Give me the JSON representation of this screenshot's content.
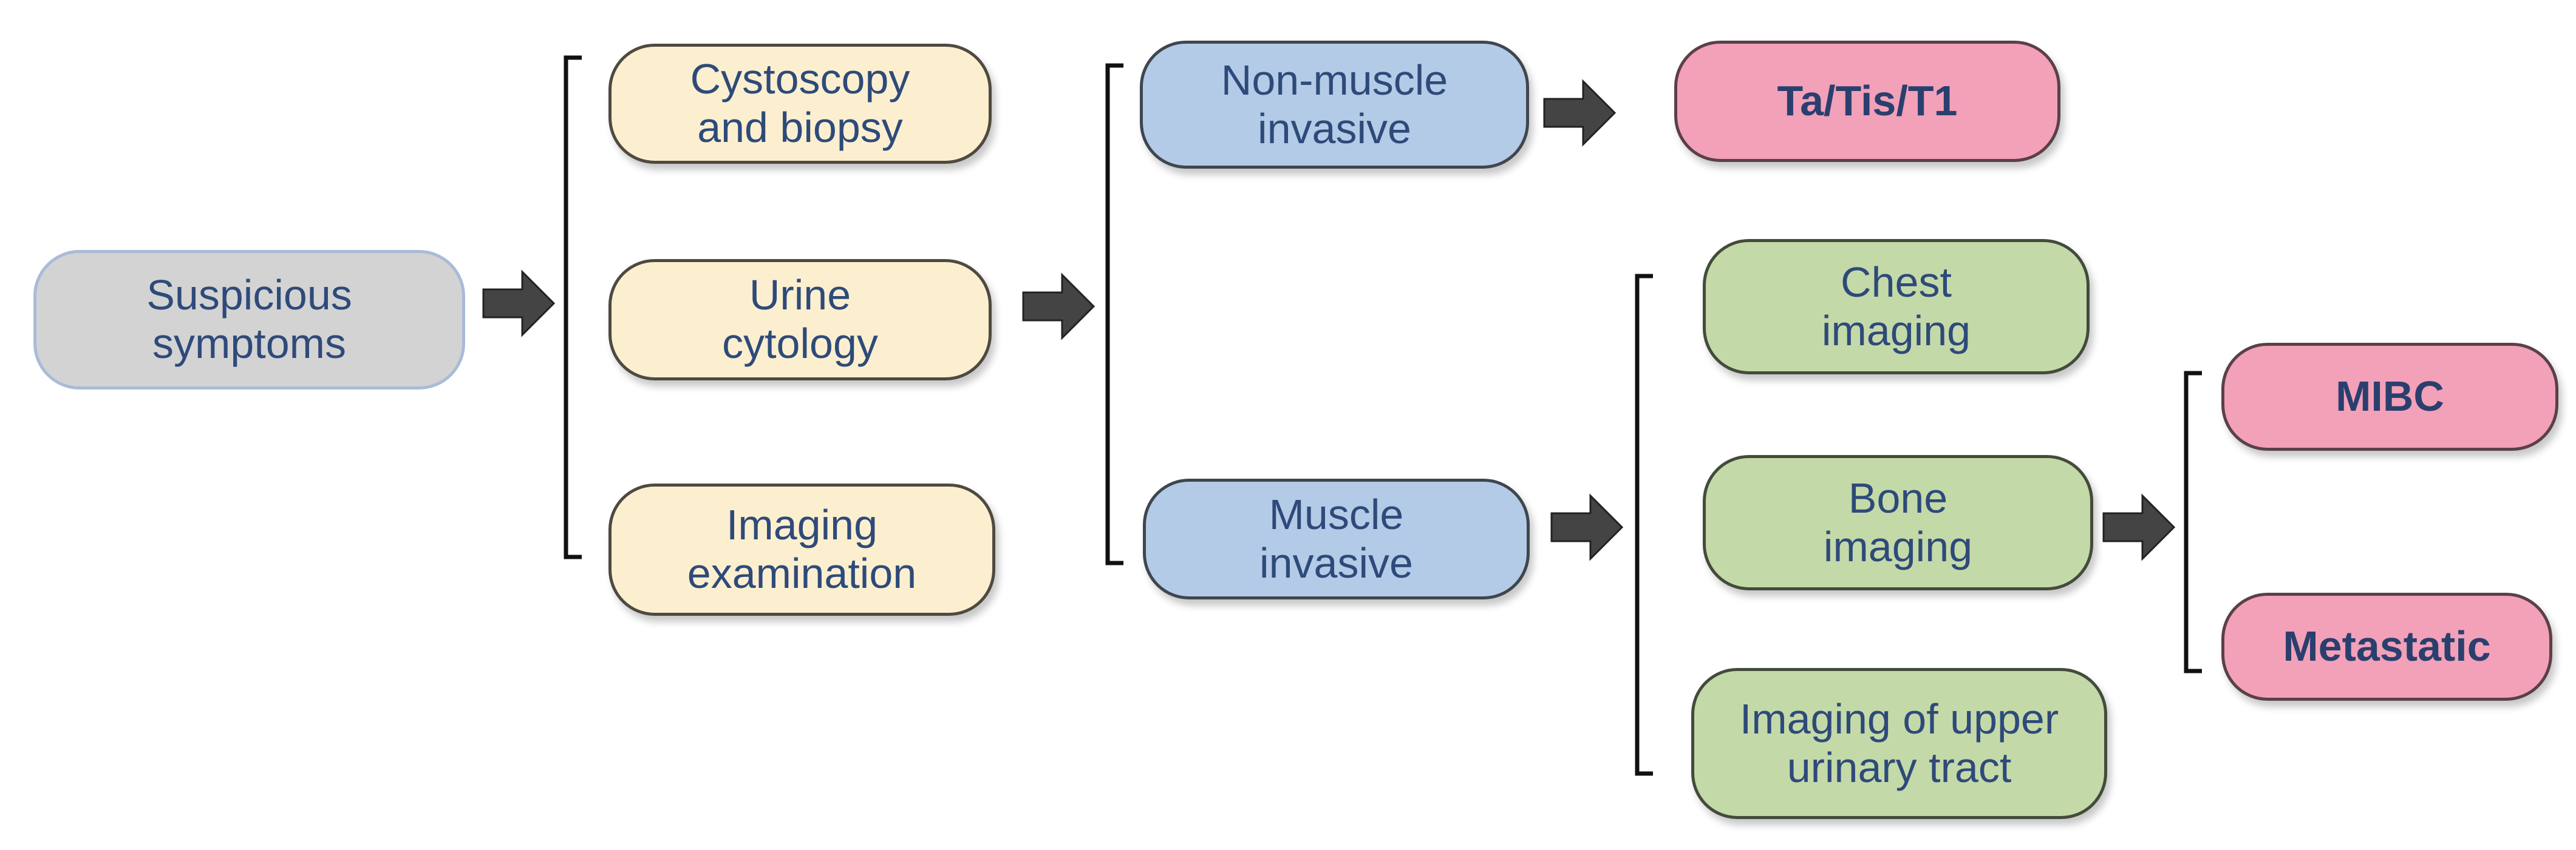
{
  "colors": {
    "start": "#d3d3d3",
    "tests": "#fcefcf",
    "invasion": "#b3cbe6",
    "imaging": "#c4d9a8",
    "outcomes": "#f3a0b9",
    "text": "#2e4a7a",
    "arrow": "#444444"
  },
  "nodes": {
    "suspicious_symptoms": "Suspicious\nsymptoms",
    "cystoscopy_biopsy": "Cystoscopy\nand biopsy",
    "urine_cytology": "Urine\ncytology",
    "imaging_examination": "Imaging\nexamination",
    "non_muscle_invasive": "Non-muscle\ninvasive",
    "muscle_invasive": "Muscle\ninvasive",
    "ta_tis_t1": "Ta/Tis/T1",
    "chest_imaging": "Chest\nimaging",
    "bone_imaging": "Bone\nimaging",
    "upper_urinary_tract_imaging": "Imaging of upper\nurinary tract",
    "mibc": "MIBC",
    "metastatic": "Metastatic"
  }
}
